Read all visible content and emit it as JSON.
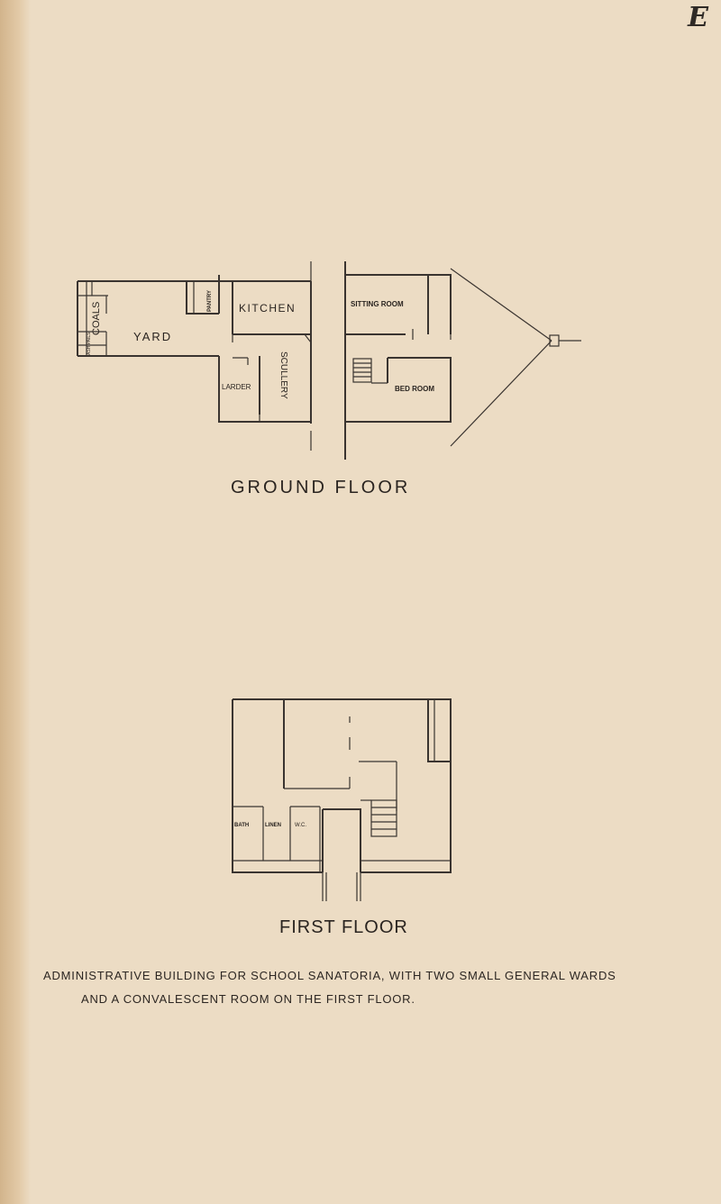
{
  "corner_mark": "E",
  "ground_floor": {
    "title": "GROUND FLOOR",
    "rooms": {
      "coals": "COALS",
      "yard": "YARD",
      "ash_pails": "ASH PAILS",
      "pantry": "PANTRY",
      "kitchen": "KITCHEN",
      "larder": "LARDER",
      "scullery": "SCULLERY",
      "sitting_room": "SITTING ROOM",
      "bed_room": "BED ROOM"
    }
  },
  "first_floor": {
    "title": "FIRST FLOOR",
    "rooms": {
      "bath": "BATH",
      "linen": "LINEN",
      "wc": "W.C."
    }
  },
  "caption": {
    "line1": "Administrative Building for School Sanatoria, with two small General Wards",
    "line2": "and a Convalescent Room on the first floor."
  }
}
